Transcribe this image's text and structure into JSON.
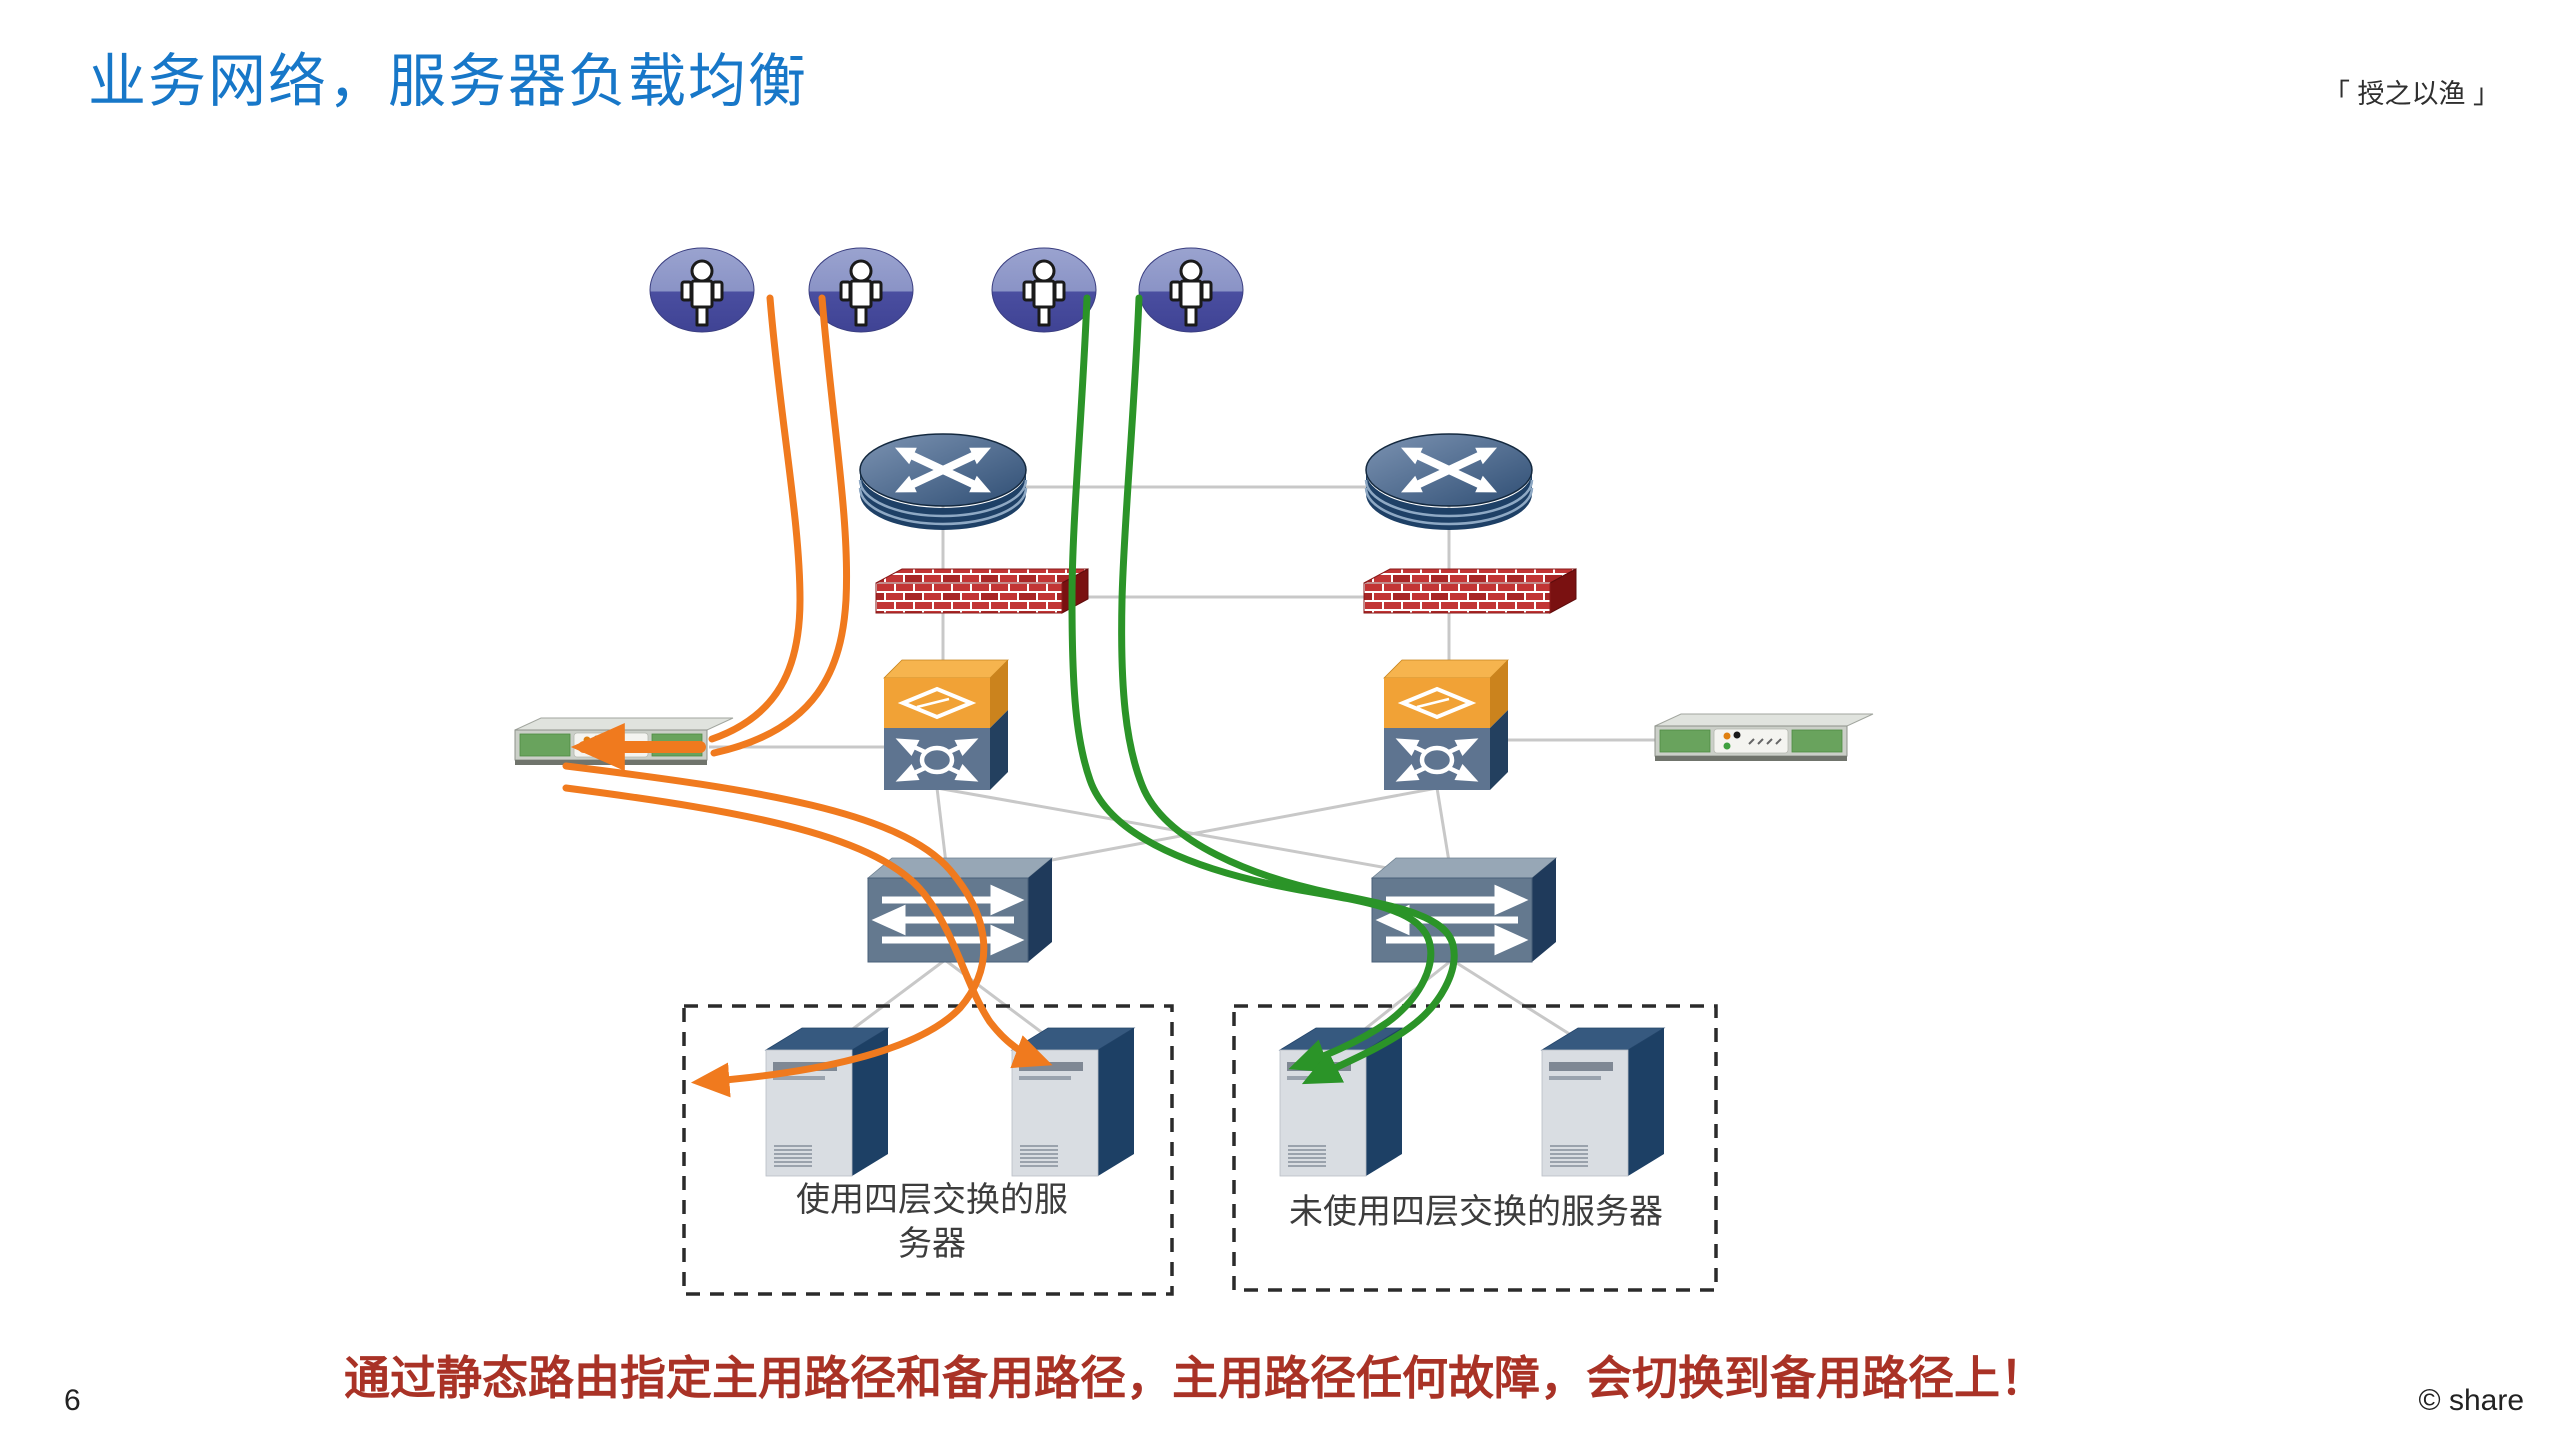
{
  "header": {
    "title": "业务网络，服务器负载均衡",
    "badge": "「 授之以渔 」"
  },
  "note": "通过静态路由指定主用路径和备用路径，主用路径任何故障，会切换到备用路径上！",
  "footer": {
    "page_number": "6",
    "copyright": "© share"
  },
  "diagram": {
    "server_groups": [
      {
        "label": "使用四层交换的服务器"
      },
      {
        "label": "未使用四层交换的服务器"
      }
    ],
    "nodes": {
      "internet_users": 4,
      "routers": 2,
      "firewalls": 2,
      "layer4_switches": 2,
      "load_balancer_appliances": 2,
      "workgroup_switches": 2,
      "servers": 4
    },
    "colors": {
      "title_blue": "#1777C8",
      "note_red": "#A93226",
      "primary_flow_orange": "#F07A1E",
      "backup_flow_green": "#2B9428",
      "link_gray": "#C8C8C8"
    }
  }
}
